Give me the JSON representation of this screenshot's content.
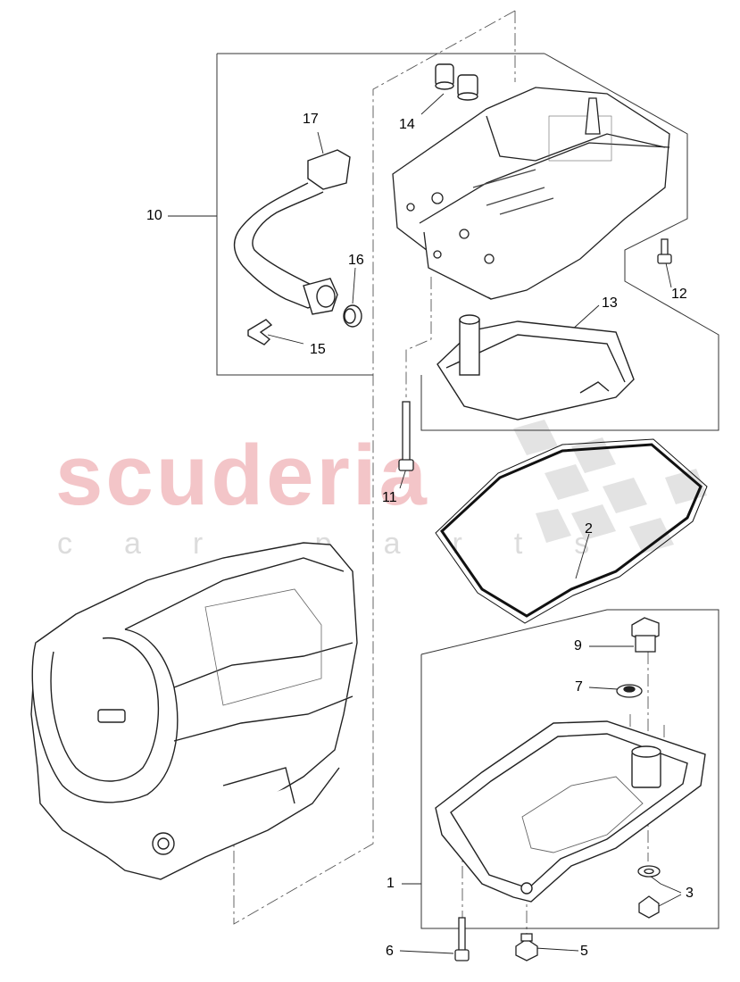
{
  "watermark": {
    "brand": "scuderia",
    "tagline": "car parts",
    "brand_color": "#f3c5c8"
  },
  "callouts": {
    "c1": "1",
    "c2": "2",
    "c3": "3",
    "c5": "5",
    "c6": "6",
    "c7": "7",
    "c9": "9",
    "c10": "10",
    "c11": "11",
    "c12": "12",
    "c13": "13",
    "c14": "14",
    "c15": "15",
    "c16": "16",
    "c17": "17"
  }
}
